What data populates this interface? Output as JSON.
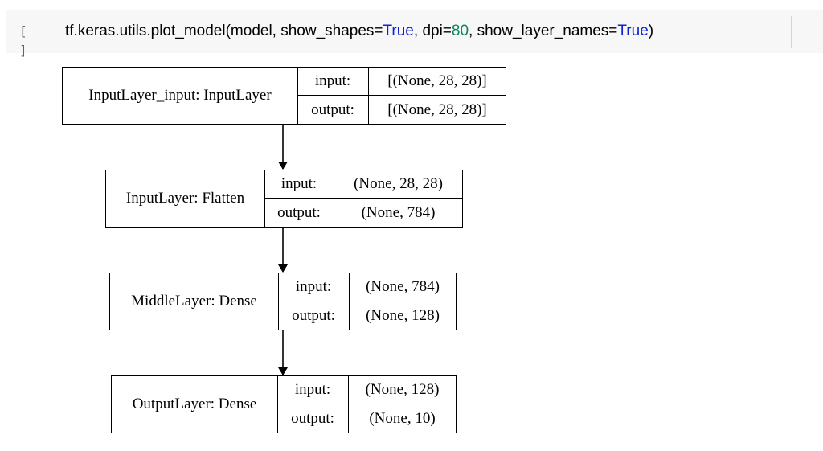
{
  "cell": {
    "run_label": "[ ]",
    "code": {
      "prefix": "tf.keras.utils.plot_model(model, show_shapes=",
      "v1": "True",
      "mid1": ", dpi=",
      "v2": "80",
      "mid2": ", show_layer_names=",
      "v3": "True",
      "suffix": ")"
    }
  },
  "diagram": {
    "nodes": [
      {
        "label": "InputLayer_input: InputLayer",
        "in_label": "input:",
        "out_label": "output:",
        "in_shape": "[(None, 28, 28)]",
        "out_shape": "[(None, 28, 28)]"
      },
      {
        "label": "InputLayer: Flatten",
        "in_label": "input:",
        "out_label": "output:",
        "in_shape": "(None, 28, 28)",
        "out_shape": "(None, 784)"
      },
      {
        "label": "MiddleLayer: Dense",
        "in_label": "input:",
        "out_label": "output:",
        "in_shape": "(None, 784)",
        "out_shape": "(None, 128)"
      },
      {
        "label": "OutputLayer: Dense",
        "in_label": "input:",
        "out_label": "output:",
        "in_shape": "(None, 128)",
        "out_shape": "(None, 10)"
      }
    ]
  }
}
